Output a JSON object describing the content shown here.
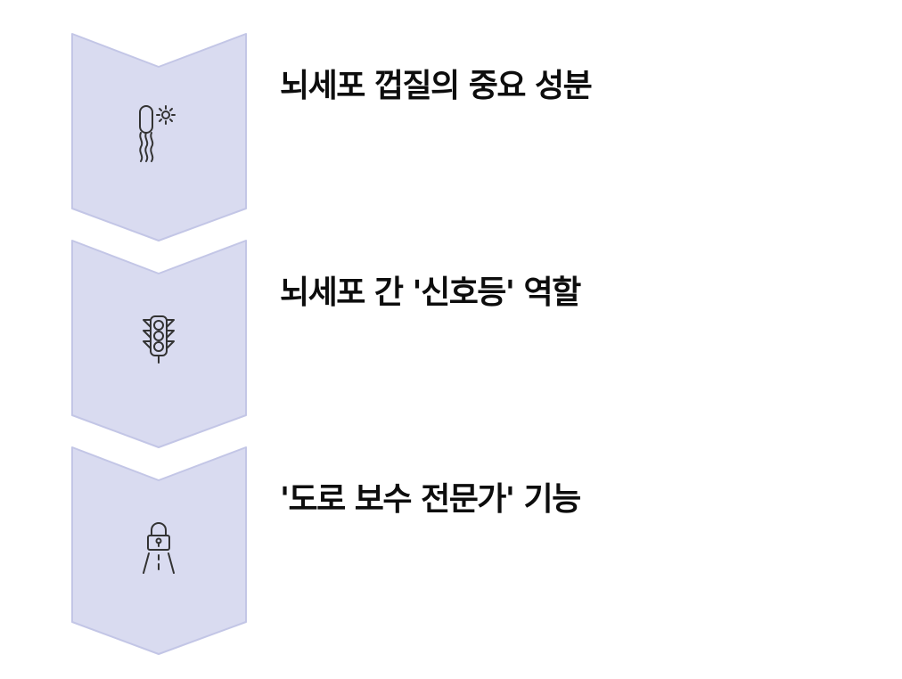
{
  "steps": [
    {
      "title": "뇌세포 껍질의 중요 성분",
      "icon": "bacterium-sun-icon"
    },
    {
      "title": "뇌세포 간 '신호등' 역할",
      "icon": "traffic-light-icon"
    },
    {
      "title": "'도로 보수 전문가' 기능",
      "icon": "road-lock-icon"
    }
  ],
  "colors": {
    "chevron_fill": "#d9dbf0",
    "chevron_stroke": "#c3c6e6",
    "icon_stroke": "#333333",
    "title_text": "#0d0d0d"
  }
}
